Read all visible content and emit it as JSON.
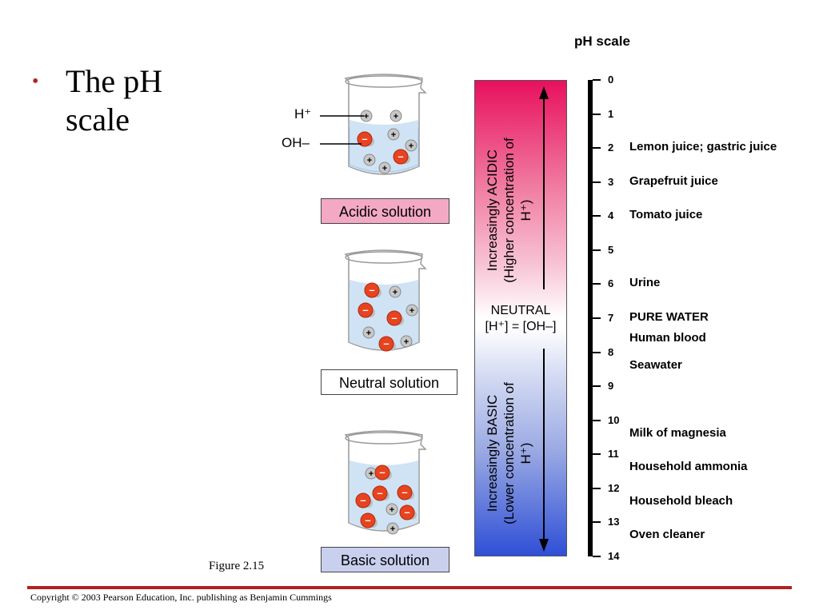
{
  "slide": {
    "bullet": "•",
    "title_line1": "The pH",
    "title_line2": "scale"
  },
  "ion_labels": {
    "h_plus": "H⁺",
    "oh_minus": "OH–"
  },
  "solutions": {
    "acidic": "Acidic solution",
    "neutral": "Neutral solution",
    "basic": "Basic solution"
  },
  "bar": {
    "acidic_line1": "Increasingly ACIDIC",
    "acidic_line2": "(Higher concentration of",
    "acidic_line3": "H⁺)",
    "neutral_line1": "NEUTRAL",
    "neutral_line2": "[H⁺] = [OH–]",
    "basic_line1": "Increasingly BASIC",
    "basic_line2": "(Lower concentration of",
    "basic_line3": "H⁺)",
    "top_color": "#e8105d",
    "bottom_color": "#2f4fd6"
  },
  "scale": {
    "title": "pH scale",
    "ticks": [
      "0",
      "1",
      "2",
      "3",
      "4",
      "5",
      "6",
      "7",
      "8",
      "9",
      "10",
      "11",
      "12",
      "13",
      "14"
    ],
    "substances": [
      {
        "ph": "2",
        "label": "Lemon juice; gastric juice"
      },
      {
        "ph": "3",
        "label": "Grapefruit juice"
      },
      {
        "ph": "4",
        "label": "Tomato juice"
      },
      {
        "ph": "6",
        "label": "Urine"
      },
      {
        "ph": "7",
        "label": "PURE WATER"
      },
      {
        "ph": "7.6",
        "label": "Human blood"
      },
      {
        "ph": "8.4",
        "label": "Seawater"
      },
      {
        "ph": "10.4",
        "label": "Milk of magnesia"
      },
      {
        "ph": "11.4",
        "label": "Household ammonia"
      },
      {
        "ph": "12.4",
        "label": "Household bleach"
      },
      {
        "ph": "13.4",
        "label": "Oven cleaner"
      }
    ]
  },
  "figure_caption": "Figure 2.15",
  "copyright": "Copyright © 2003 Pearson Education, Inc. publishing as Benjamin Cummings",
  "ion_colors": {
    "h_plus": "#c8c8c8",
    "oh_minus": "#e8431f",
    "accent": "#b22222"
  }
}
